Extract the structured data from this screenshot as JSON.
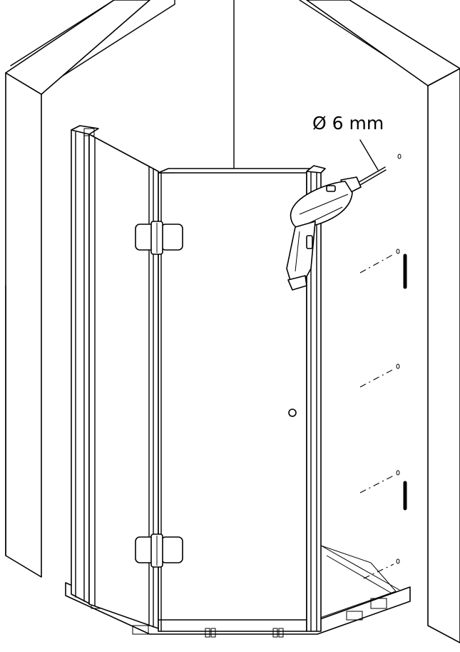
{
  "annotation": {
    "drill_diameter": "Ø 6 mm"
  },
  "icons": {
    "drill": "power-drill-icon",
    "hinge": "hinge-icon",
    "knob": "door-knob-icon"
  },
  "drill_holes_count": 5,
  "alignment_marks_count": 2
}
